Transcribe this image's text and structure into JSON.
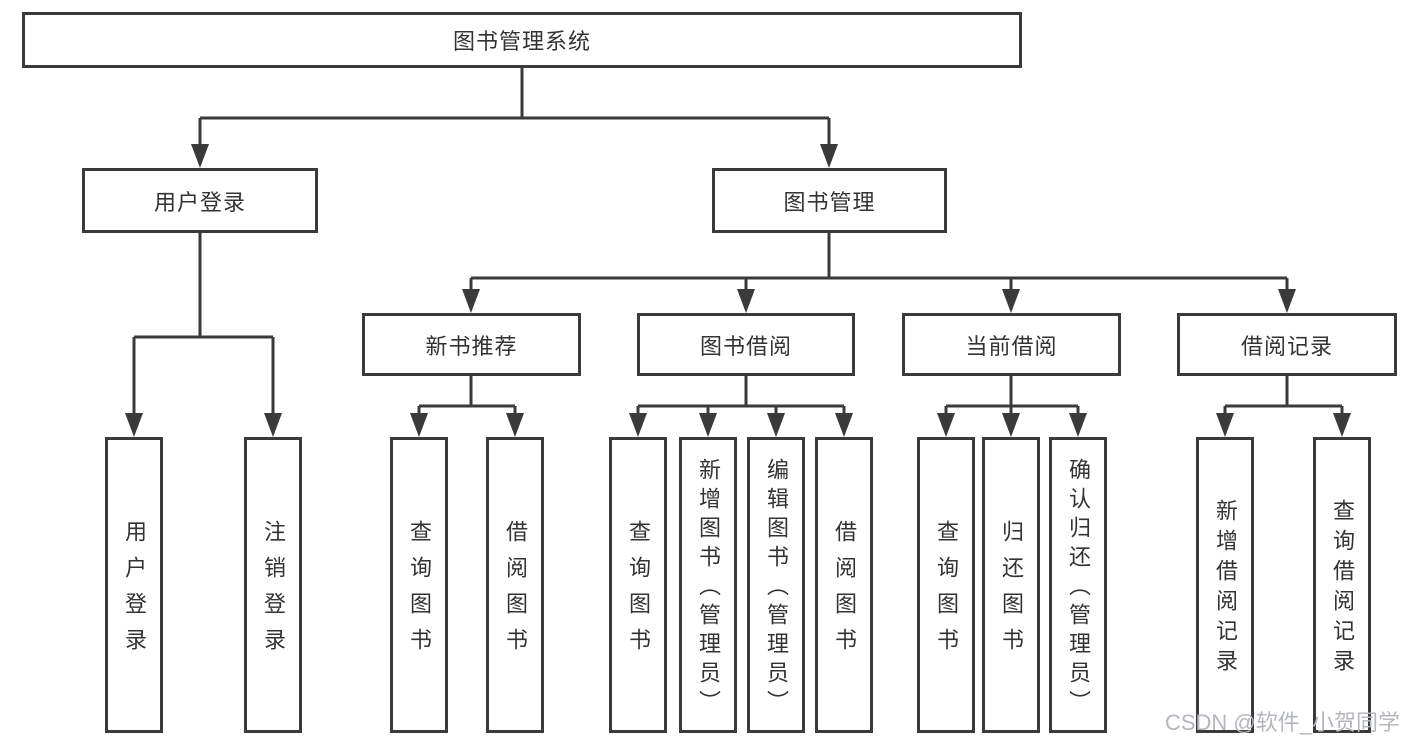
{
  "colors": {
    "line": "#3a3a3a",
    "text": "#333333",
    "watermark": "#b3b7bd",
    "background": "#ffffff"
  },
  "diagram": {
    "root": "图书管理系统",
    "level2": [
      "用户登录",
      "图书管理"
    ],
    "level3": [
      "新书推荐",
      "图书借阅",
      "当前借阅",
      "借阅记录"
    ],
    "leaves": {
      "login": [
        "用户登录",
        "注销登录"
      ],
      "recommend": [
        "查询图书",
        "借阅图书"
      ],
      "borrow": [
        "查询图书",
        "新增图书（管理员）",
        "编辑图书（管理员）",
        "借阅图书"
      ],
      "current": [
        "查询图书",
        "归还图书",
        "确认归还（管理员）"
      ],
      "records": [
        "新增借阅记录",
        "查询借阅记录"
      ]
    }
  },
  "watermark": "CSDN @软件_小贺同学"
}
